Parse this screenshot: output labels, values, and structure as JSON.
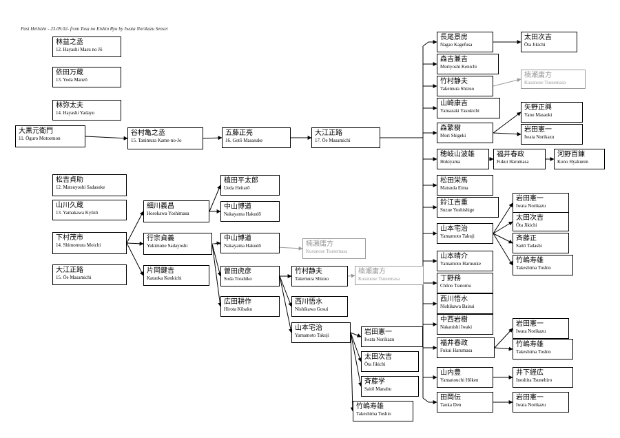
{
  "caption": "Pasi Hellstén - 23.09.02-  from Tosa no Eishin Ryu by Iwata Norikazu Sensei",
  "nodes": [
    {
      "id": "hayashi-masu",
      "jp": "林益之丞",
      "rom": "12. Hayashi Masu no Jō"
    },
    {
      "id": "yoda-manzo",
      "jp": "依田万蔵",
      "rom": "13. Yoda Manzō"
    },
    {
      "id": "hayashi-yadayu",
      "jp": "林弥太夫",
      "rom": "14. Hayashi Yadayu"
    },
    {
      "id": "oguro-motoemon",
      "jp": "大黒元衛門",
      "rom": "11. Ōguro Motoemon"
    },
    {
      "id": "tanimura",
      "jp": "谷村亀之丞",
      "rom": "15. Tanimura Kame-no-Jo"
    },
    {
      "id": "goto",
      "jp": "五藤正亮",
      "rom": "16. Gotō Masasuke"
    },
    {
      "id": "oe-1",
      "jp": "大江正路",
      "rom": "17. Ōe Masamichi"
    },
    {
      "id": "matsuyoshi",
      "jp": "松吉貞助",
      "rom": "12. Matsuyoshi Sadasuke"
    },
    {
      "id": "yamakawa",
      "jp": "山川久蔵",
      "rom": "13. Yamakawa Kyūzō"
    },
    {
      "id": "shimomura",
      "jp": "下村茂市",
      "rom": "14. Shimomura Moichi"
    },
    {
      "id": "oe-2",
      "jp": "大江正路",
      "rom": "15. Ōe Masamichi"
    },
    {
      "id": "hosokawa",
      "jp": "細川義昌",
      "rom": "Hosokawa Yoshimasa"
    },
    {
      "id": "yukimune",
      "jp": "行宗貞義",
      "rom": "Yukimune Sadayoshi"
    },
    {
      "id": "kataoka",
      "jp": "片岡鍵吉",
      "rom": "Kataoka Kenkichi"
    },
    {
      "id": "ueda",
      "jp": "植田平太郎",
      "rom": "Ueda Heitarō"
    },
    {
      "id": "nakayama-1",
      "jp": "中山博道",
      "rom": "Nakayama Hakudō"
    },
    {
      "id": "nakayama-2",
      "jp": "中山博道",
      "rom": "Nakayama Hakudō"
    },
    {
      "id": "kusunose-1",
      "jp": "楠瀬庸方",
      "rom": "Kusunose Tsunemasa",
      "faded": true
    },
    {
      "id": "soda",
      "jp": "曽田虎彦",
      "rom": "Soda Torahiko"
    },
    {
      "id": "takemura-1",
      "jp": "竹村静夫",
      "rom": "Takemura Shizuo"
    },
    {
      "id": "kusunose-2",
      "jp": "楠瀬庸方",
      "rom": "Kusunose Tsunemasa",
      "faded": true
    },
    {
      "id": "hirota",
      "jp": "広田耕作",
      "rom": "Hirota Kōsaku"
    },
    {
      "id": "nishikawa-1",
      "jp": "西川悟水",
      "rom": "Nishikawa Gosui"
    },
    {
      "id": "yamamoto-1",
      "jp": "山本宅治",
      "rom": "Yamamoto Takuji"
    },
    {
      "id": "iwata-1",
      "jp": "岩田憲一",
      "rom": "Iwata Norikazu"
    },
    {
      "id": "ota-1",
      "jp": "太田次吉",
      "rom": "Ōta Jikichi"
    },
    {
      "id": "saito-manabu",
      "jp": "斉藤学",
      "rom": "Saitō Manabu"
    },
    {
      "id": "takeshima-1",
      "jp": "竹嶋寿雄",
      "rom": "Takeshima Toshio"
    },
    {
      "id": "nagao",
      "jp": "長尾景房",
      "rom": "Nagao Kagefusa"
    },
    {
      "id": "ota-2",
      "jp": "太田次吉",
      "rom": "Ōta Jikichi"
    },
    {
      "id": "moriyoshi",
      "jp": "森吉兼吉",
      "rom": "Moriyoshi Kenichi"
    },
    {
      "id": "takemura-2",
      "jp": "竹村静夫",
      "rom": "Takemura Shizuo"
    },
    {
      "id": "kusunose-3",
      "jp": "楠瀬庸方",
      "rom": "Kusunose Tsunemasa",
      "faded": true
    },
    {
      "id": "yamazaki",
      "jp": "山崎康吉",
      "rom": "Yamazaki Yasukichi"
    },
    {
      "id": "mori",
      "jp": "森繁樹",
      "rom": "Mori Shigeki"
    },
    {
      "id": "yano",
      "jp": "矢野正興",
      "rom": "Yano Masaoki"
    },
    {
      "id": "iwata-2",
      "jp": "岩田憲一",
      "rom": "Iwata Norikazu"
    },
    {
      "id": "hokiyama",
      "jp": "穂岐山波雄",
      "rom": "Hokiyama"
    },
    {
      "id": "fukui-1",
      "jp": "福井春政",
      "rom": "Fukui Harumasa"
    },
    {
      "id": "kono",
      "jp": "河野百錬",
      "rom": "Kono Hyakuren"
    },
    {
      "id": "matsuda",
      "jp": "松田栄馬",
      "rom": "Matsuda Eima"
    },
    {
      "id": "suzue",
      "jp": "鈴江吉重",
      "rom": "Suzue Yoshishige"
    },
    {
      "id": "yamamoto-2",
      "jp": "山本宅治",
      "rom": "Yamamoto Takuji"
    },
    {
      "id": "iwata-3",
      "jp": "岩田憲一",
      "rom": "Iwata Norikazu"
    },
    {
      "id": "ota-3",
      "jp": "太田次吉",
      "rom": "Ōta Jikichi"
    },
    {
      "id": "saito-tadashi",
      "jp": "斉藤正",
      "rom": "Saitō Tadashi"
    },
    {
      "id": "takeshima-2",
      "jp": "竹嶋寿雄",
      "rom": "Takeshima Toshio"
    },
    {
      "id": "yamamoto-harusuke",
      "jp": "山本晴介",
      "rom": "Yamamoto Harusuke"
    },
    {
      "id": "chono",
      "jp": "丁野務",
      "rom": "Chōno Tsutomu"
    },
    {
      "id": "nishikawa-2",
      "jp": "西川悟水",
      "rom": "Nishikawa Baisui"
    },
    {
      "id": "nakanishi",
      "jp": "中西岩樹",
      "rom": "Nakanishi Iwaki"
    },
    {
      "id": "fukui-2",
      "jp": "福井春政",
      "rom": "Fukui Harumasa"
    },
    {
      "id": "iwata-4",
      "jp": "岩田憲一",
      "rom": "Iwata Norikazu"
    },
    {
      "id": "takeshima-3",
      "jp": "竹嶋寿雄",
      "rom": "Takeshima  Toshio"
    },
    {
      "id": "yamanouchi",
      "jp": "山内豊",
      "rom": "Yamanouchi Hōken"
    },
    {
      "id": "inoshita",
      "jp": "井下経広",
      "rom": "Inoshita Tsunehiro"
    },
    {
      "id": "taoka",
      "jp": "田岡伝",
      "rom": "Taoka Den"
    },
    {
      "id": "iwata-5",
      "jp": "岩田憲一",
      "rom": "Iwata Norikazu"
    }
  ]
}
